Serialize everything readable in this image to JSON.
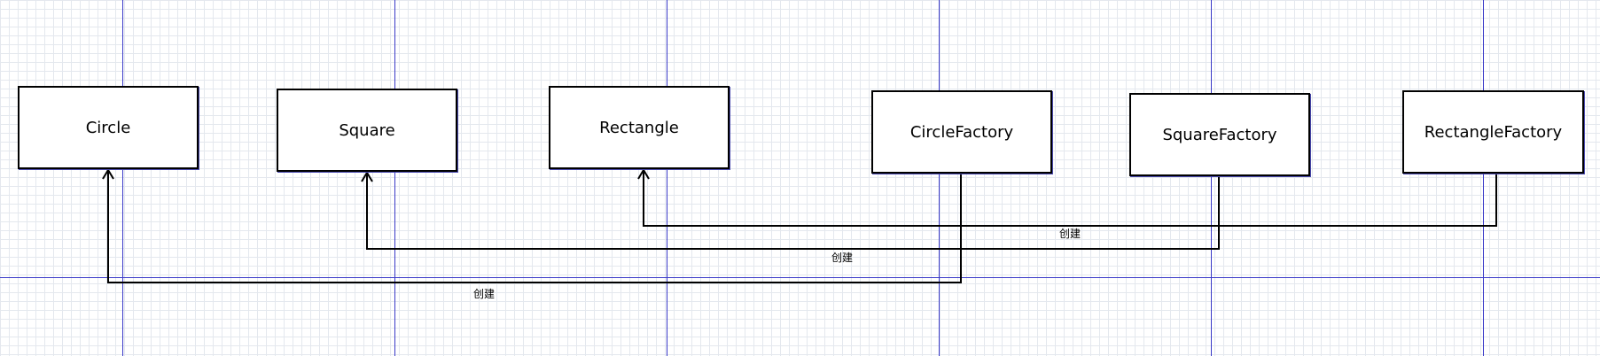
{
  "diagram": {
    "classes": [
      {
        "id": "circle",
        "label": "Circle"
      },
      {
        "id": "square",
        "label": "Square"
      },
      {
        "id": "rectangle",
        "label": "Rectangle"
      },
      {
        "id": "circle-factory",
        "label": "CircleFactory"
      },
      {
        "id": "square-factory",
        "label": "SquareFactory"
      },
      {
        "id": "rectangle-factory",
        "label": "RectangleFactory"
      }
    ],
    "relations": [
      {
        "from": "circle-factory",
        "to": "circle",
        "label": "创建"
      },
      {
        "from": "square-factory",
        "to": "square",
        "label": "创建"
      },
      {
        "from": "rectangle-factory",
        "to": "rectangle",
        "label": "创建"
      }
    ]
  },
  "colors": {
    "guide_line": "#3a3ac8",
    "grid": "#e4e8ee",
    "box_border": "#000000",
    "connector": "#000000"
  }
}
